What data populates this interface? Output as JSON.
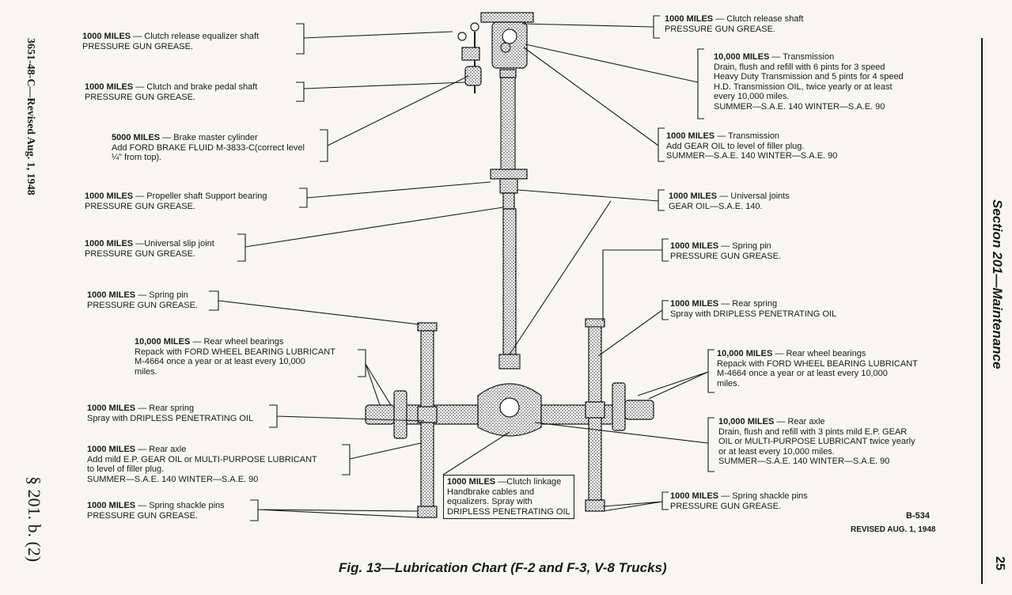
{
  "side_left": "3651-48-C—Revised Aug. 1, 1948",
  "side_left_section": "§ 201. b. (2)",
  "side_right": "Section 201—Maintenance",
  "page_number": "25",
  "caption": "Fig. 13—Lubrication Chart (F-2 and F-3, V-8 Trucks)",
  "code": "B-534",
  "revised": "REVISED AUG. 1, 1948",
  "labels": {
    "l1": {
      "interval": "1000 MILES",
      "lines": [
        "— Clutch release equalizer shaft",
        "PRESSURE GUN GREASE."
      ]
    },
    "l2": {
      "interval": "1000 MILES",
      "lines": [
        "— Clutch and brake pedal  shaft",
        "PRESSURE GUN GREASE."
      ]
    },
    "l3": {
      "interval": "5000 MILES",
      "lines": [
        "— Brake master cylinder",
        "Add FORD BRAKE FLUID M-3833-C(correct level",
        "¼\" from top)."
      ]
    },
    "l4": {
      "interval": "1000 MILES",
      "lines": [
        "— Propeller shaft Support bearing",
        "PRESSURE GUN GREASE."
      ]
    },
    "l5": {
      "interval": "1000 MILES",
      "lines": [
        "—Universal slip joint",
        "PRESSURE GUN GREASE."
      ]
    },
    "l6": {
      "interval": "1000 MILES",
      "lines": [
        "— Spring  pin",
        "PRESSURE GUN GREASE."
      ]
    },
    "l7": {
      "interval": "10,000 MILES",
      "lines": [
        "— Rear wheel bearings",
        "Repack with FORD WHEEL BEARING LUBRICANT",
        "M-4664 once a year or at least every 10,000",
        "miles."
      ]
    },
    "l8": {
      "interval": "1000 MILES",
      "lines": [
        "— Rear spring",
        "Spray with DRIPLESS PENETRATING OIL"
      ]
    },
    "l9": {
      "interval": "1000 MILES",
      "lines": [
        "— Rear axle",
        "Add mild E.P. GEAR OIL or MULTI-PURPOSE LUBRICANT",
        "to level of filler plug.",
        "SUMMER—S.A.E. 140       WINTER—S.A.E. 90"
      ]
    },
    "l10": {
      "interval": "1000 MILES",
      "lines": [
        "— Spring shackle pins",
        "PRESSURE GUN GREASE."
      ]
    },
    "c1": {
      "interval": "1000 MILES",
      "lines": [
        "—Clutch linkage",
        "Handbrake cables and",
        "equalizers.    Spray with",
        "DRIPLESS PENETRATING OIL"
      ]
    },
    "r1": {
      "interval": "1000 MILES",
      "lines": [
        "— Clutch release shaft",
        "PRESSURE GUN GREASE."
      ]
    },
    "r2": {
      "interval": "10,000 MILES",
      "lines": [
        "— Transmission",
        "Drain, flush and refill with  6  pints for 3 speed",
        "Heavy Duty Transmission and 5 pints  for 4  speed",
        "H.D. Transmission OIL, twice yearly or at least",
        "every 10,000 miles.",
        "SUMMER—S.A.E. 140             WINTER—S.A.E. 90"
      ]
    },
    "r3": {
      "interval": "1000 MILES",
      "lines": [
        "— Transmission",
        "Add GEAR OIL to level of filler plug.",
        "SUMMER—S.A.E. 140       WINTER—S.A.E. 90"
      ]
    },
    "r4": {
      "interval": "1000 MILES",
      "lines": [
        "— Universal joints",
        "GEAR OIL—S.A.E. 140."
      ]
    },
    "r5": {
      "interval": "1000 MILES",
      "lines": [
        "— Spring pin",
        "PRESSURE GUN GREASE."
      ]
    },
    "r6": {
      "interval": "1000 MILES",
      "lines": [
        "— Rear spring",
        "Spray with DRIPLESS PENETRATING OIL"
      ]
    },
    "r7": {
      "interval": "10,000 MILES",
      "lines": [
        "— Rear wheel bearings",
        "Repack with FORD WHEEL BEARING LUBRICANT",
        "M-4664 once a year or at  least every 10,000",
        "miles."
      ]
    },
    "r8": {
      "interval": "10,000 MILES",
      "lines": [
        "— Rear axle",
        "Drain, flush and refill with 3 pints mild E.P. GEAR",
        "OIL or MULTI-PURPOSE LUBRICANT twice yearly",
        "or at least every 10,000 miles.",
        "SUMMER—S.A.E. 140         WINTER—S.A.E. 90"
      ]
    },
    "r9": {
      "interval": "1000 MILES",
      "lines": [
        "— Spring shackle pins",
        "PRESSURE GUN GREASE."
      ]
    }
  }
}
